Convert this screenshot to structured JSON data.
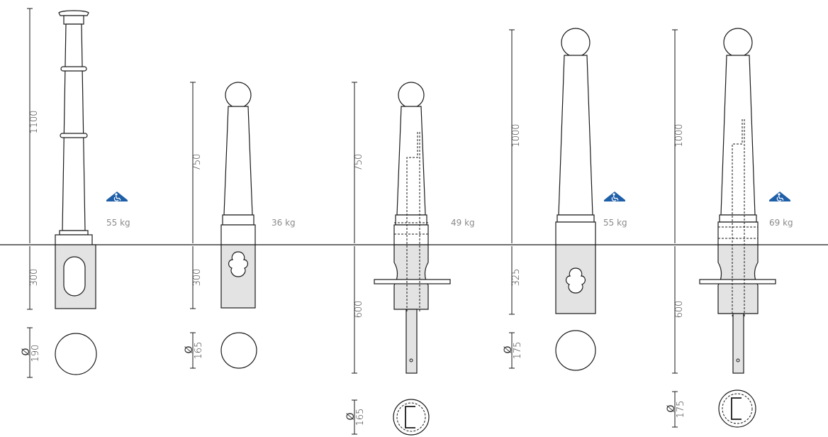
{
  "colors": {
    "line": "#1a1a1a",
    "underground_fill": "#e3e3e3",
    "accessibility_blue": "#1f5fa8",
    "weight_text": "#8a8a8a"
  },
  "icons": {
    "accessibility": "wheelchair-icon",
    "diameter": "diameter-symbol"
  },
  "bollards": [
    {
      "id": "b1",
      "height_above": "1100",
      "depth_below": "300",
      "diameter_symbol": "Ø",
      "diameter": "190",
      "weight": "55 kg",
      "accessible": true
    },
    {
      "id": "b2",
      "height_above": "750",
      "depth_below": "300",
      "diameter_symbol": "Ø",
      "diameter": "165",
      "weight": "36 kg",
      "accessible": false
    },
    {
      "id": "b3",
      "height_above": "750",
      "depth_below": "600",
      "diameter_symbol": "Ø",
      "diameter": "165",
      "weight": "49 kg",
      "accessible": false
    },
    {
      "id": "b4",
      "height_above": "1000",
      "depth_below": "325",
      "diameter_symbol": "Ø",
      "diameter": "175",
      "weight": "55 kg",
      "accessible": true
    },
    {
      "id": "b5",
      "height_above": "1000",
      "depth_below": "600",
      "diameter_symbol": "Ø",
      "diameter": "175",
      "weight": "69 kg",
      "accessible": true
    }
  ]
}
